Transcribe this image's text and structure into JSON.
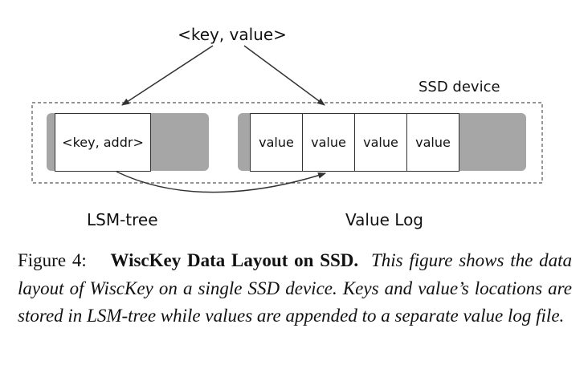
{
  "diagram": {
    "input_label": "<key, value>",
    "device_label": "SSD device",
    "lsm_entry": "<key, addr>",
    "value_cells": [
      "value",
      "value",
      "value",
      "value"
    ],
    "lsm_label": "LSM-tree",
    "vlog_label": "Value Log",
    "colors": {
      "region_fill": "#a6a6a6",
      "cell_fill": "#ffffff",
      "border": "#333333",
      "dashed_outline": "#555555"
    }
  },
  "caption": {
    "number": "Figure 4:",
    "title": "WiscKey Data Layout on SSD.",
    "text": "This figure shows the data layout of WiscKey on a single SSD device. Keys and value’s locations are stored in LSM-tree while values are appended to a separate value log file."
  }
}
